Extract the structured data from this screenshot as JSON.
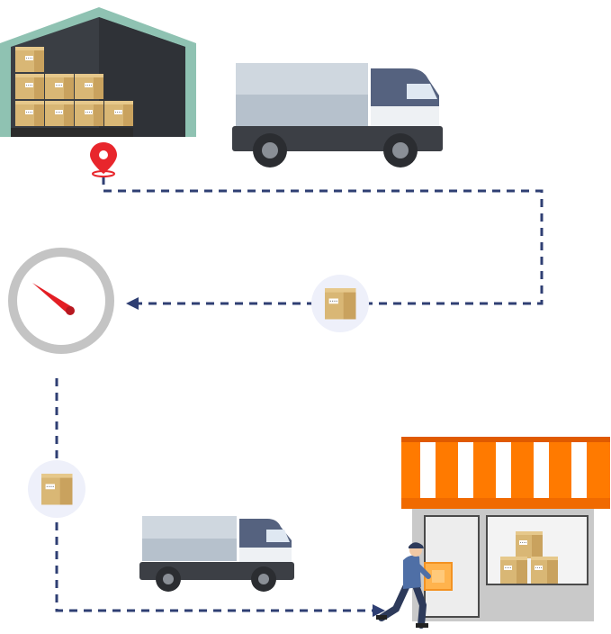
{
  "diagram": {
    "nodes": [
      {
        "id": "warehouse",
        "icon": "warehouse-icon"
      },
      {
        "id": "origin-pin",
        "icon": "location-pin-icon"
      },
      {
        "id": "truck-top",
        "icon": "truck-icon"
      },
      {
        "id": "parcel-route-1",
        "icon": "package-icon"
      },
      {
        "id": "speed-gauge",
        "icon": "speedometer-icon"
      },
      {
        "id": "parcel-route-2",
        "icon": "package-icon"
      },
      {
        "id": "truck-bottom",
        "icon": "truck-icon"
      },
      {
        "id": "storefront",
        "icon": "store-icon"
      },
      {
        "id": "courier",
        "icon": "courier-icon"
      }
    ],
    "route": [
      "warehouse",
      "truck-top",
      "parcel-route-1",
      "speed-gauge",
      "parcel-route-2",
      "storefront"
    ]
  },
  "colors": {
    "route": "#2f3f73",
    "pin": "#e8262c",
    "gauge_ring": "#c4c4c4",
    "needle": "#e31e24",
    "awning": "#ff7a00",
    "box": "#d9b775",
    "truck_cab": "#55627f",
    "truck_cargo": "#cfd7df",
    "warehouse_roof": "#8fc2b2"
  }
}
